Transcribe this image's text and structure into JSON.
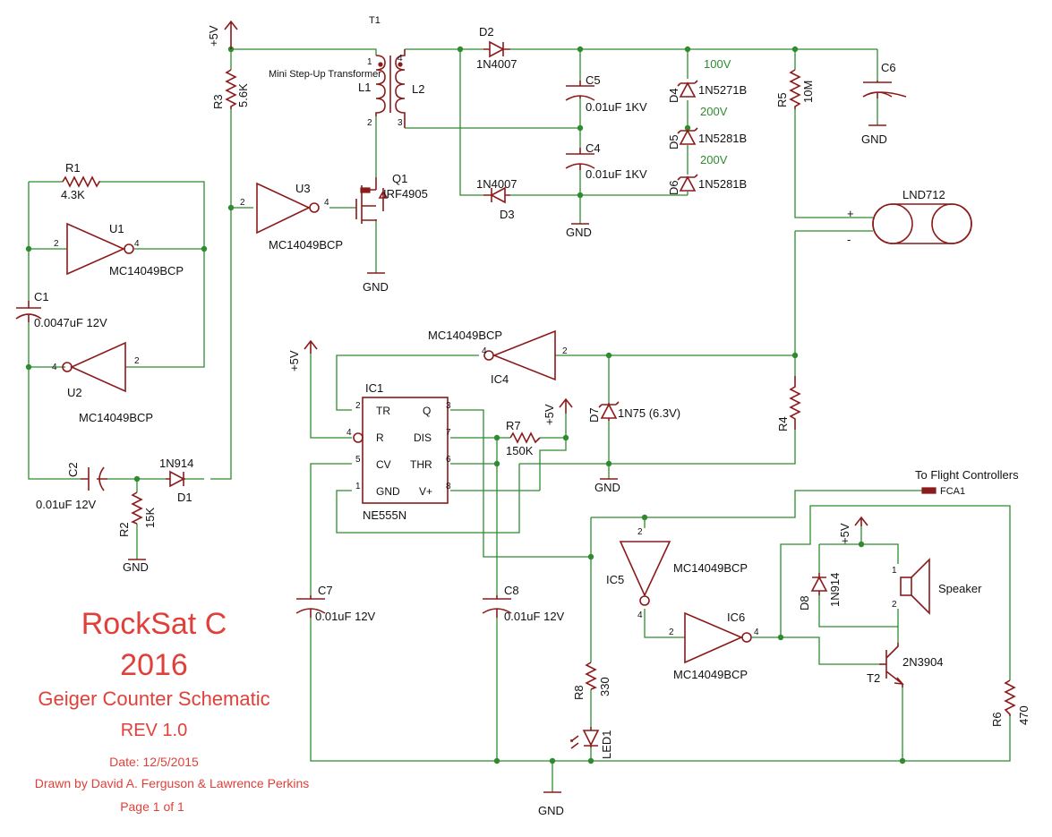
{
  "title": {
    "line1": "RockSat C",
    "line2": "2016",
    "line3": "Geiger Counter Schematic",
    "rev": "REV 1.0",
    "date": "Date: 12/5/2015",
    "drawn_by": "Drawn by David A. Ferguson & Lawrence Perkins",
    "page": "Page 1 of 1"
  },
  "power": {
    "vcc": "+5V",
    "gnd": "GND"
  },
  "components": {
    "t1": {
      "ref": "T1",
      "desc": "Mini Step-Up Transformer",
      "l1": "L1",
      "l2": "L2"
    },
    "r1": {
      "ref": "R1",
      "value": "4.3K"
    },
    "r2": {
      "ref": "R2",
      "value": "15K"
    },
    "r3": {
      "ref": "R3",
      "value": "5.6K"
    },
    "r4": {
      "ref": "R4"
    },
    "r5": {
      "ref": "R5",
      "value": "10M"
    },
    "r6": {
      "ref": "R6",
      "value": "470"
    },
    "r7": {
      "ref": "R7",
      "value": "150K"
    },
    "r8": {
      "ref": "R8",
      "value": "330"
    },
    "c1": {
      "ref": "C1",
      "value": "0.0047uF 12V"
    },
    "c2": {
      "ref": "C2",
      "value": "0.01uF 12V"
    },
    "c4": {
      "ref": "C4",
      "value": "0.01uF 1KV"
    },
    "c5": {
      "ref": "C5",
      "value": "0.01uF 1KV"
    },
    "c6": {
      "ref": "C6"
    },
    "c7": {
      "ref": "C7",
      "value": "0.01uF 12V"
    },
    "c8": {
      "ref": "C8",
      "value": "0.01uF 12V"
    },
    "d1": {
      "ref": "D1",
      "value": "1N914"
    },
    "d2": {
      "ref": "D2",
      "value": "1N4007"
    },
    "d3": {
      "ref": "D3",
      "value": "1N4007"
    },
    "d4": {
      "ref": "D4",
      "value": "1N5271B"
    },
    "d5": {
      "ref": "D5",
      "value": "1N5281B"
    },
    "d6": {
      "ref": "D6",
      "value": "1N5281B"
    },
    "d7": {
      "ref": "D7",
      "value": "1N75 (6.3V)"
    },
    "d8": {
      "ref": "D8",
      "value": "1N914"
    },
    "q1": {
      "ref": "Q1",
      "value": "IRF4905"
    },
    "t2": {
      "ref": "T2",
      "value": "2N3904"
    },
    "u1": {
      "ref": "U1",
      "value": "MC14049BCP"
    },
    "u2": {
      "ref": "U2",
      "value": "MC14049BCP"
    },
    "u3": {
      "ref": "U3",
      "value": "MC14049BCP"
    },
    "ic4": {
      "ref": "IC4",
      "value": "MC14049BCP"
    },
    "ic5": {
      "ref": "IC5",
      "value": "MC14049BCP"
    },
    "ic6": {
      "ref": "IC6",
      "value": "MC14049BCP"
    },
    "ic1": {
      "ref": "IC1",
      "value": "NE555N",
      "tr": "TR",
      "q": "Q",
      "r": "R",
      "dis": "DIS",
      "cv": "CV",
      "thr": "THR",
      "gnd": "GND",
      "vplus": "V+"
    },
    "tube": {
      "ref": "LND712",
      "plus": "+",
      "minus": "-"
    },
    "led1": {
      "ref": "LED1"
    },
    "speaker": {
      "label": "Speaker"
    },
    "fca1": {
      "ref": "FCA1",
      "note": "To Flight Controllers"
    }
  },
  "zener_voltages": {
    "d4": "100V",
    "d5": "200V",
    "d6": "200V"
  },
  "pins": {
    "p1": "1",
    "p2": "2",
    "p3": "3",
    "p4": "4",
    "p5": "5",
    "p6": "6",
    "p7": "7",
    "p8": "8"
  },
  "colors": {
    "wire": "#2e8b2e",
    "component": "#8b1a1a",
    "title": "#e0403a",
    "junction": "#2e8b2e"
  }
}
